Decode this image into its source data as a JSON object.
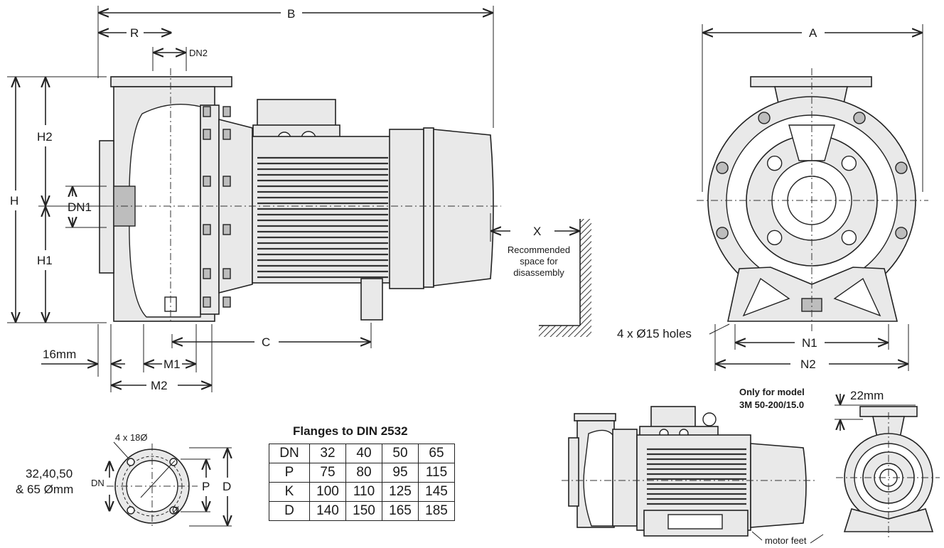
{
  "dimensions": {
    "B": "B",
    "R": "R",
    "DN2": "DN2",
    "A": "A",
    "H2": "H2",
    "H": "H",
    "DN1": "DN1",
    "H1": "H1",
    "X": "X",
    "C": "C",
    "16mm": "16mm",
    "M1": "M1",
    "M2": "M2",
    "N1": "N1",
    "N2": "N2",
    "holes": "4 x Ø15 holes",
    "D": "D",
    "P": "P",
    "DN": "DN",
    "bolt_holes": "4 x 18Ø",
    "phi": "Ø"
  },
  "notes": {
    "recommended_1": "Recommended",
    "recommended_2": "space for",
    "recommended_3": "disassembly",
    "model_note_1": "Only for model",
    "model_note_2": "3M 50-200/15.0",
    "22mm": "22mm",
    "motor_feet": "motor feet",
    "flange_sizes_1": "32,40,50",
    "flange_sizes_2": "& 65 Ømm"
  },
  "flange_table": {
    "title": "Flanges to DIN 2532",
    "rows": [
      {
        "label": "DN",
        "values": [
          "32",
          "40",
          "50",
          "65"
        ]
      },
      {
        "label": "P",
        "values": [
          "75",
          "80",
          "95",
          "115"
        ]
      },
      {
        "label": "K",
        "values": [
          "100",
          "110",
          "125",
          "145"
        ]
      },
      {
        "label": "D",
        "values": [
          "140",
          "150",
          "165",
          "185"
        ]
      }
    ]
  }
}
